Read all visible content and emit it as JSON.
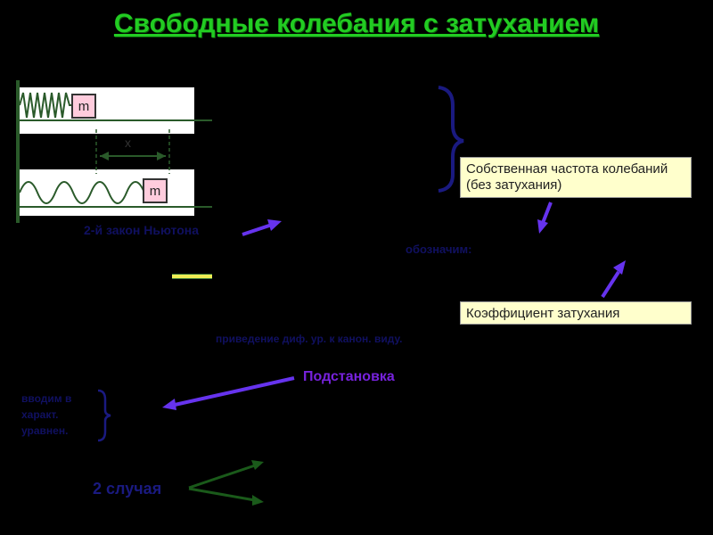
{
  "title": "Свободные колебания с затуханием",
  "diagram": {
    "mass_top": "m",
    "mass_bottom": "m",
    "displacement": "x"
  },
  "labels": {
    "newton": "2-й закон Ньютона",
    "designate": "обозначим:",
    "natural_freq": "Собственная  частота колебаний (без затухания)",
    "damping": "Коэффициент затухания",
    "bring": "приведение диф. ур. к канон. виду.",
    "substitution": "Подстановка",
    "char_eq": "вводим в характ. уравнен.",
    "cases": "2 случая"
  }
}
